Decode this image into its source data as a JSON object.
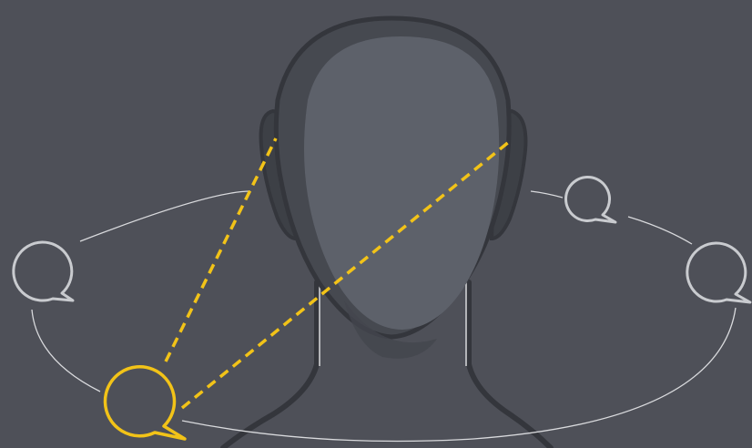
{
  "diagram": {
    "subject": "head-with-ears",
    "colors": {
      "background": "#4e5058",
      "head_outline": "#34363c",
      "face": "#5d616a",
      "head_shadow": "#464950",
      "ring": "#d9dadd",
      "inactive_source": "#c9cbcf",
      "active_source": "#f2c318",
      "sound_path": "#f2c318"
    },
    "sources": [
      {
        "id": "active-left-front",
        "icon": "speech-bubble-icon",
        "active": true
      },
      {
        "id": "left",
        "icon": "speech-bubble-icon",
        "active": false
      },
      {
        "id": "rear-right",
        "icon": "speech-bubble-icon",
        "active": false
      },
      {
        "id": "right",
        "icon": "speech-bubble-icon",
        "active": false
      }
    ],
    "sound_paths": [
      {
        "from": "active-left-front",
        "to": "left-ear"
      },
      {
        "from": "active-left-front",
        "to": "right-ear"
      }
    ]
  }
}
